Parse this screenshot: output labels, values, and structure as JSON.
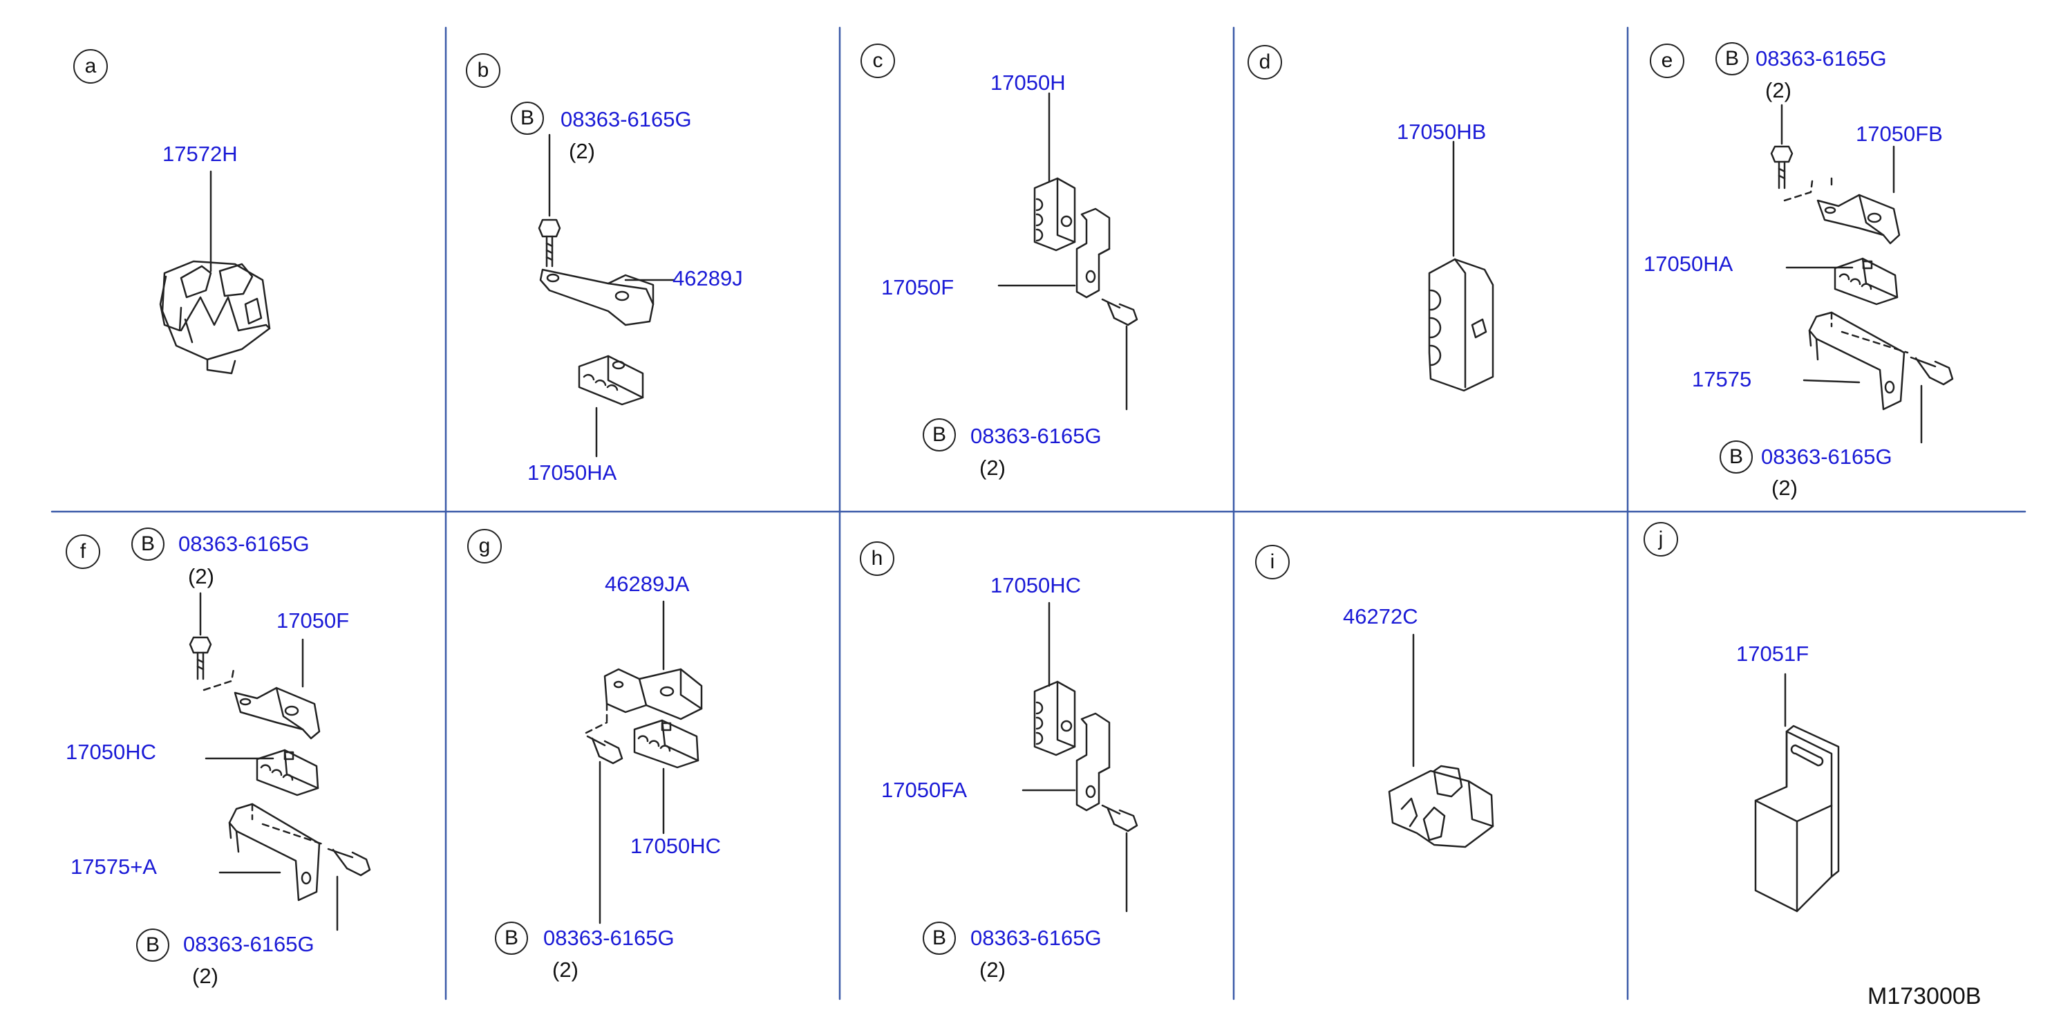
{
  "catalog_code": "M173000B",
  "b_mark": "B",
  "panels": [
    {
      "letter": "a",
      "labels": [
        "17572H"
      ]
    },
    {
      "letter": "b",
      "labels": [
        "08363-6165G",
        "(2)",
        "46289J",
        "17050HA"
      ]
    },
    {
      "letter": "c",
      "labels": [
        "17050H",
        "17050F",
        "08363-6165G",
        "(2)"
      ]
    },
    {
      "letter": "d",
      "labels": [
        "17050HB"
      ]
    },
    {
      "letter": "e",
      "labels": [
        "08363-6165G",
        "(2)",
        "17050FB",
        "17050HA",
        "17575",
        "08363-6165G",
        "(2)"
      ]
    },
    {
      "letter": "f",
      "labels": [
        "08363-6165G",
        "(2)",
        "17050F",
        "17050HC",
        "17575+A",
        "08363-6165G",
        "(2)"
      ]
    },
    {
      "letter": "g",
      "labels": [
        "46289JA",
        "17050HC",
        "08363-6165G",
        "(2)"
      ]
    },
    {
      "letter": "h",
      "labels": [
        "17050HC",
        "17050FA",
        "08363-6165G",
        "(2)"
      ]
    },
    {
      "letter": "i",
      "labels": [
        "46272C"
      ]
    },
    {
      "letter": "j",
      "labels": [
        "17051F"
      ]
    }
  ],
  "colors": {
    "part_number": "#1a1ad6",
    "grid_line": "#3b5aa8",
    "drawing": "#222222"
  }
}
